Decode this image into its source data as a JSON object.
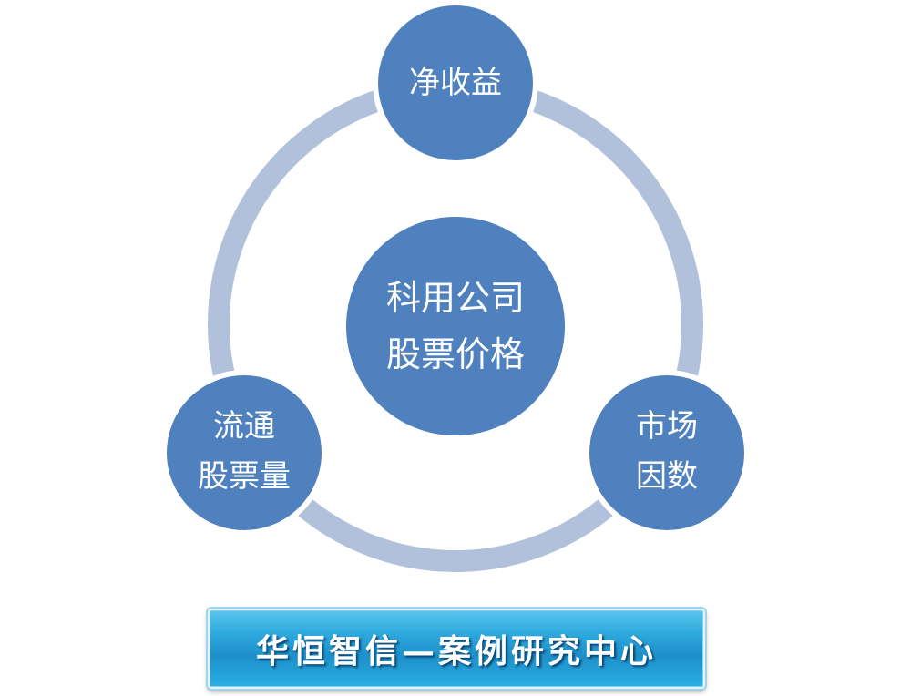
{
  "diagram": {
    "center": {
      "lines": [
        "科用公司",
        "股票价格"
      ]
    },
    "nodes": [
      {
        "id": "top",
        "lines": [
          "净收益"
        ]
      },
      {
        "id": "left",
        "lines": [
          "流通",
          "股票量"
        ]
      },
      {
        "id": "right",
        "lines": [
          "市场",
          "因数"
        ]
      }
    ]
  },
  "banner": {
    "text": "华恒智信—案例研究中心"
  },
  "colors": {
    "node": "#4e81bd",
    "ring": "#b1c1db",
    "banner": "#2ea9de",
    "label": "#ffffff"
  }
}
